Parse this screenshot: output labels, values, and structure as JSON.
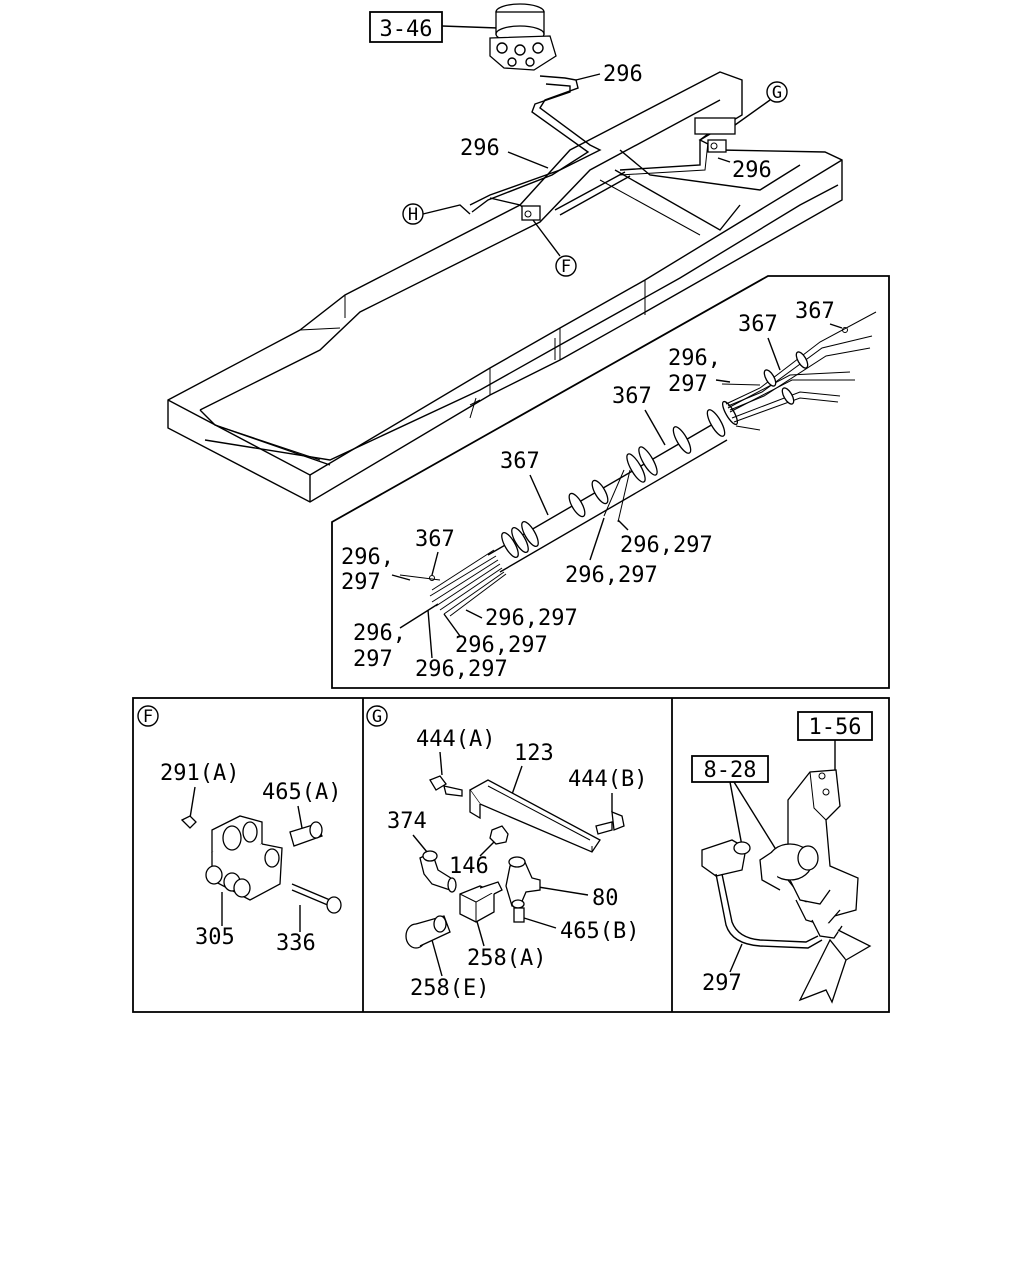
{
  "refs": {
    "top_box": "3-46",
    "right_box_1": "1-56",
    "right_box_2": "8-28"
  },
  "overview": {
    "label_296_a": "296",
    "label_296_b": "296",
    "label_296_c": "296",
    "circle_g": "G",
    "circle_h": "H",
    "circle_f": "F"
  },
  "harness": {
    "l367_a": "367",
    "l367_b": "367",
    "l367_c": "367",
    "l367_d": "367",
    "l367_e": "367",
    "l296_comma_1": "296,",
    "l297_1": "297",
    "l296_297_1": "296,297",
    "l296_297_2": "296,297",
    "l296_comma_2": "296,",
    "l297_2": "297",
    "l296_297_3": "296,297",
    "l296_comma_3": "296,",
    "l297_3": "297",
    "l296_297_4": "296,297",
    "l296_297_5": "296,297"
  },
  "panel_f": {
    "title": "F",
    "l291": "291(A)",
    "l465a": "465(A)",
    "l305": "305",
    "l336": "336"
  },
  "panel_g": {
    "title": "G",
    "l444a": "444(A)",
    "l123": "123",
    "l444b": "444(B)",
    "l374": "374",
    "l146": "146",
    "l80": "80",
    "l465b": "465(B)",
    "l258a": "258(A)",
    "l258e": "258(E)"
  },
  "panel_h": {
    "l297": "297"
  }
}
